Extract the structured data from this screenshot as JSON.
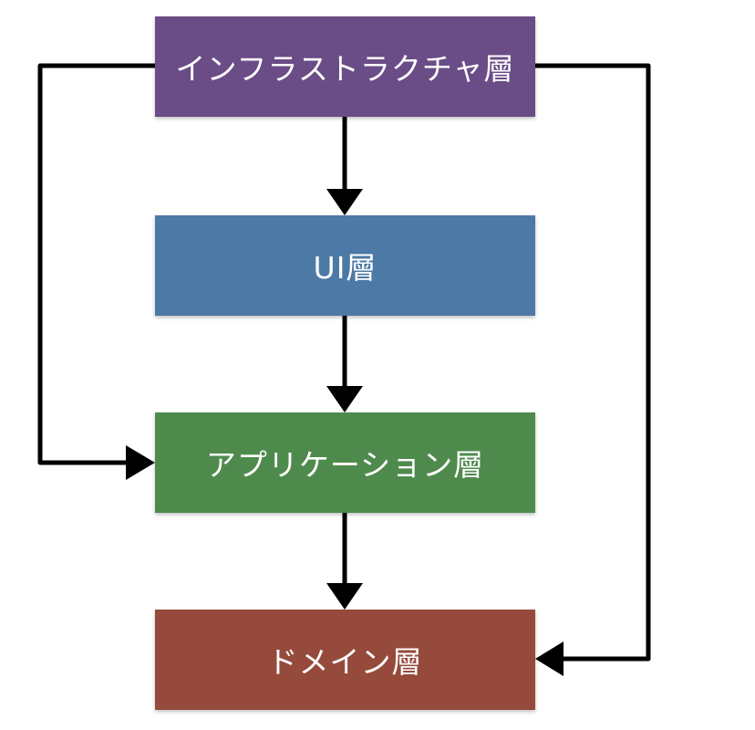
{
  "layers": [
    {
      "id": "infrastructure",
      "label": "インフラストラクチャ層",
      "color": "#6a4c86"
    },
    {
      "id": "ui",
      "label": "UI層",
      "color": "#4d79a6"
    },
    {
      "id": "application",
      "label": "アプリケーション層",
      "color": "#4f8a4d"
    },
    {
      "id": "domain",
      "label": "ドメイン層",
      "color": "#954a3c"
    }
  ],
  "arrow_color": "#000000",
  "edges": [
    {
      "from": "infrastructure",
      "to": "ui"
    },
    {
      "from": "ui",
      "to": "application"
    },
    {
      "from": "application",
      "to": "domain"
    },
    {
      "from": "infrastructure",
      "to": "application"
    },
    {
      "from": "infrastructure",
      "to": "domain"
    }
  ]
}
